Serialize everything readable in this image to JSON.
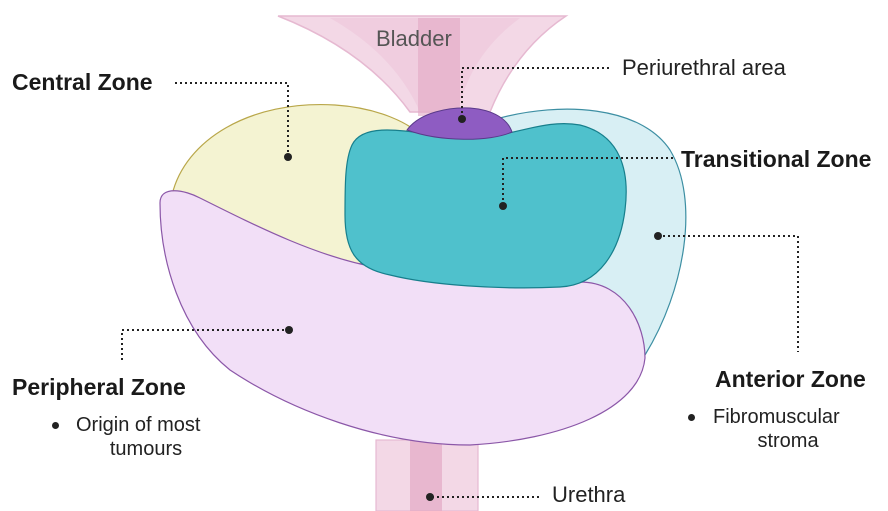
{
  "labels": {
    "bladder": "Bladder",
    "urethra": "Urethra",
    "periurethral_area": "Periurethral area",
    "central_zone": "Central Zone",
    "transitional_zone": "Transitional Zone",
    "anterior_zone": "Anterior Zone",
    "peripheral_zone": "Peripheral Zone"
  },
  "notes": {
    "peripheral_line1": "Origin of most",
    "peripheral_line2": "tumours",
    "anterior_line1": "Fibromuscular",
    "anterior_line2": "stroma"
  },
  "colors": {
    "central_zone": "#f4f3d2",
    "transitional_zone": "#4fc1cc",
    "anterior_zone": "#d8eff4",
    "peripheral_zone": "#f2dff7",
    "periurethral_area": "#8e5cc2",
    "bladder_urethra": "#f1d4e2"
  }
}
